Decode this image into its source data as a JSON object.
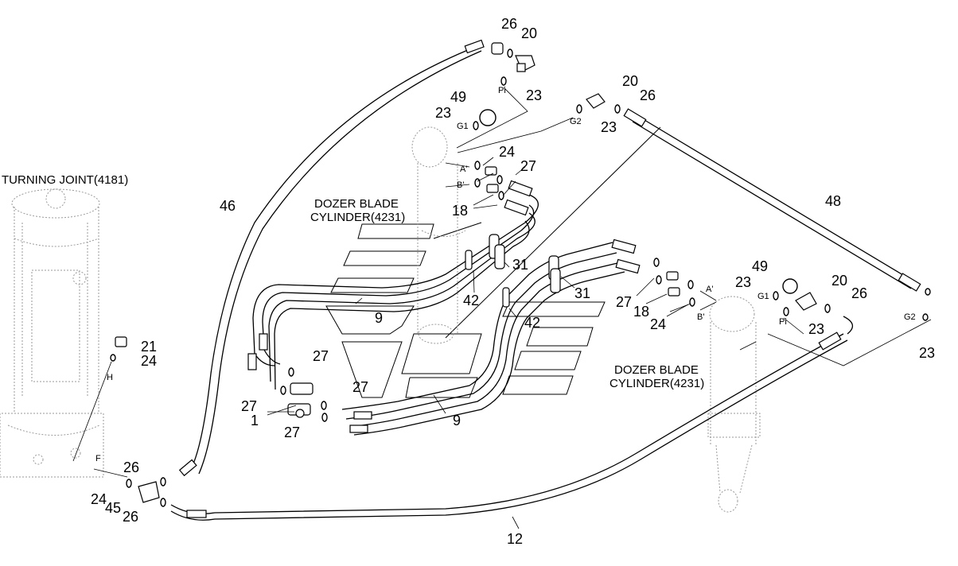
{
  "titles": {
    "turning_joint": "TURNING JOINT(4181)",
    "dozer_cyl_1_line1": "DOZER BLADE",
    "dozer_cyl_1_line2": "CYLINDER(4231)",
    "dozer_cyl_2_line1": "DOZER BLADE",
    "dozer_cyl_2_line2": "CYLINDER(4231)"
  },
  "port_labels": {
    "pi_top": "Pi",
    "g1_top": "G1",
    "g2_top": "G2",
    "a_top": "A'",
    "b_top": "B'",
    "h": "H",
    "f": "F",
    "a_right": "A'",
    "b_right": "B'",
    "g1_right": "G1",
    "pi_right": "Pi",
    "g2_right": "G2"
  },
  "part_numbers": {
    "p26_top": "26",
    "p20_top": "20",
    "p23_pi_top": "23",
    "p49_top": "49",
    "p23_g1_top": "23",
    "p20_mid": "20",
    "p26_mid": "26",
    "p23_g2_top": "23",
    "p24_top": "24",
    "p27_top": "27",
    "p18_top": "18",
    "p46": "46",
    "p48": "48",
    "p31_left": "31",
    "p42_left": "42",
    "p9_upper": "9",
    "p31_right": "31",
    "p42_right": "42",
    "p49_right": "49",
    "p20_right": "20",
    "p23_g1_right": "23",
    "p26_right": "26",
    "p27_right": "27",
    "p18_right": "18",
    "p24_right": "24",
    "p23_pi_right": "23",
    "p23_g2_right": "23",
    "p21": "21",
    "p24_h": "24",
    "p27_a": "27",
    "p27_b": "27",
    "p27_c": "27",
    "p1": "1",
    "p27_d": "27",
    "p9_lower": "9",
    "p26_bl_top": "26",
    "p24_bl": "24",
    "p45": "45",
    "p26_bl_bot": "26",
    "p12": "12"
  }
}
